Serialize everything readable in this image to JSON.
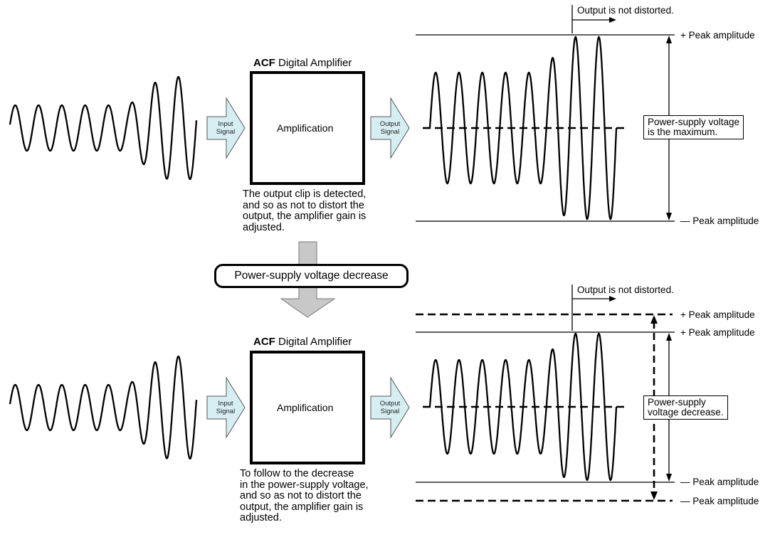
{
  "diagram": {
    "top": {
      "amplifier_title_bold": "ACF",
      "amplifier_title_rest": " Digital Amplifier",
      "block_label": "Amplification",
      "input_arrow_label": [
        "Input",
        "Signal"
      ],
      "output_arrow_label": [
        "Output",
        "Signal"
      ],
      "caption": "The output clip is detected,\nand so as not to distort the\noutput, the amplifier gain is\nadjusted.",
      "note": "Output  is not distorted.",
      "plus_peak_label": "+ Peak amplitude",
      "minus_peak_label": "— Peak amplitude",
      "voltage_box": "Power-supply voltage\nis the maximum."
    },
    "transition": {
      "label": "Power-supply voltage decrease"
    },
    "bottom": {
      "amplifier_title_bold": "ACF",
      "amplifier_title_rest": " Digital Amplifier",
      "block_label": "Amplification",
      "input_arrow_label": [
        "Input",
        "Signal"
      ],
      "output_arrow_label": [
        "Output",
        "Signal"
      ],
      "caption": "To follow to the decrease\nin the power-supply voltage,\nand so as not to distort the\noutput, the amplifier gain is\nadjusted.",
      "note": "Output is not distorted.",
      "plus_peak_old_label": "+ Peak amplitude",
      "plus_peak_new_label": "+ Peak amplitude",
      "minus_peak_new_label": "— Peak amplitude",
      "minus_peak_old_label": "— Peak amplitude",
      "voltage_box": "Power-supply\nvoltage decrease."
    },
    "colors": {
      "signal_arrow_fill": "#d6eef2",
      "signal_arrow_stroke": "#555555",
      "transition_arrow_fill": "#c8c8c8",
      "transition_arrow_stroke": "#777777"
    }
  }
}
